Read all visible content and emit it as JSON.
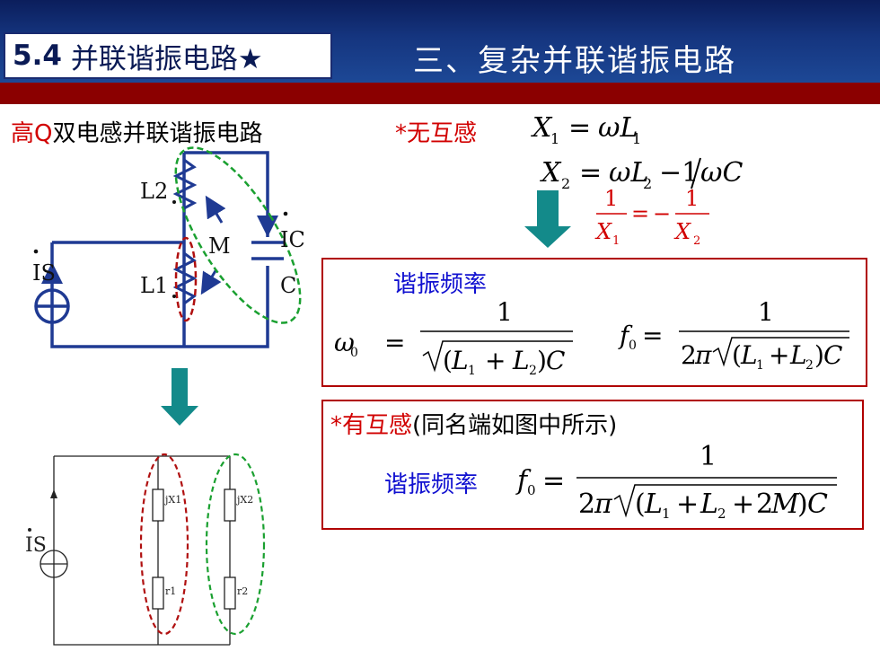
{
  "header": {
    "section_number": "5.4",
    "section_title": "并联谐振电路★",
    "slide_title": "三、复杂并联谐振电路"
  },
  "subtitle": {
    "highlight": "高Q",
    "rest": "双电感并联谐振电路"
  },
  "no_mutual": {
    "label": "*无互感"
  },
  "equations": {
    "x1": "X₁ = ωL₁",
    "x2": "X₂ = ωL₂ − 1/ωC",
    "ratio": "1/X₁ = −1/X₂"
  },
  "box1": {
    "label": "谐振频率",
    "omega0": "ω₀ = 1 / √((L₁ + L₂)C)",
    "f0": "f₀ = 1 / (2π√((L₁ + L₂)C))"
  },
  "box2": {
    "label_prefix": "*有互感",
    "label_note": "(同名端如图中所示)",
    "resonance_label": "谐振频率",
    "f0": "f₀ = 1 / (2π√((L₁ + L₂ + 2M)C))"
  },
  "circuit_top": {
    "L2": "L2",
    "L1": "L1",
    "M": "M",
    "C": "C",
    "Is": "IS",
    "Ic": "IC"
  },
  "circuit_bottom": {
    "Is": "IS",
    "jX1": "jX1",
    "jX2": "jX2",
    "r1": "r1",
    "r2": "r2"
  },
  "colors": {
    "header": "#15357f",
    "red_bar": "#8b0000",
    "accent_red": "#d10000",
    "accent_blue": "#1010d0",
    "teal_arrow": "#138a8a",
    "circuit_wire": "#1f3a93"
  }
}
